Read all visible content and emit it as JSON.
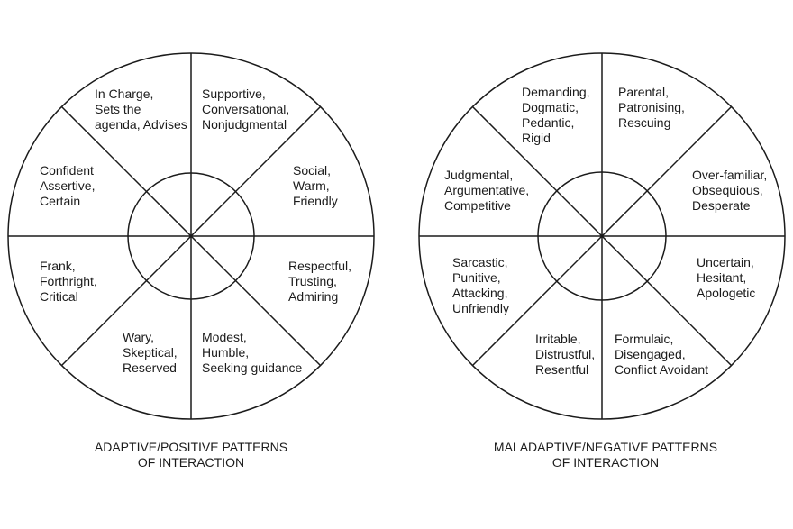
{
  "page": {
    "background_color": "#ffffff",
    "line_color": "#1b1b1b"
  },
  "wheels": [
    {
      "id": "adaptive",
      "caption": [
        "ADAPTIVE/POSITIVE PATTERNS",
        "OF INTERACTION"
      ],
      "sectors": [
        {
          "position": "top-left",
          "lines": [
            "In Charge,",
            "Sets the",
            "agenda, Advises"
          ]
        },
        {
          "position": "top-right",
          "lines": [
            "Supportive,",
            "Conversational,",
            "Nonjudgmental"
          ]
        },
        {
          "position": "left-upper",
          "lines": [
            "Confident",
            "Assertive,",
            "Certain"
          ]
        },
        {
          "position": "right-upper",
          "lines": [
            "Social,",
            "Warm,",
            "Friendly"
          ]
        },
        {
          "position": "left-lower",
          "lines": [
            "Frank,",
            "Forthright,",
            "Critical"
          ]
        },
        {
          "position": "right-lower",
          "lines": [
            "Respectful,",
            "Trusting,",
            "Admiring"
          ]
        },
        {
          "position": "bottom-left",
          "lines": [
            "Wary,",
            "Skeptical,",
            "Reserved"
          ]
        },
        {
          "position": "bottom-right",
          "lines": [
            "Modest,",
            "Humble,",
            "Seeking guidance"
          ]
        }
      ]
    },
    {
      "id": "maladaptive",
      "caption": [
        "MALADAPTIVE/NEGATIVE PATTERNS",
        "OF INTERACTION"
      ],
      "sectors": [
        {
          "position": "top-left",
          "lines": [
            "Demanding,",
            "Dogmatic,",
            "Pedantic,",
            "Rigid"
          ]
        },
        {
          "position": "top-right",
          "lines": [
            "Parental,",
            "Patronising,",
            "Rescuing"
          ]
        },
        {
          "position": "left-upper",
          "lines": [
            "Judgmental,",
            "Argumentative,",
            "Competitive"
          ]
        },
        {
          "position": "right-upper",
          "lines": [
            "Over-familiar,",
            "Obsequious,",
            "Desperate"
          ]
        },
        {
          "position": "left-lower",
          "lines": [
            "Sarcastic,",
            "Punitive,",
            "Attacking,",
            "Unfriendly"
          ]
        },
        {
          "position": "right-lower",
          "lines": [
            "Uncertain,",
            "Hesitant,",
            "Apologetic"
          ]
        },
        {
          "position": "bottom-left",
          "lines": [
            "Irritable,",
            "Distrustful,",
            "Resentful"
          ]
        },
        {
          "position": "bottom-right",
          "lines": [
            "Formulaic,",
            "Disengaged,",
            "Conflict Avoidant"
          ]
        }
      ]
    }
  ]
}
